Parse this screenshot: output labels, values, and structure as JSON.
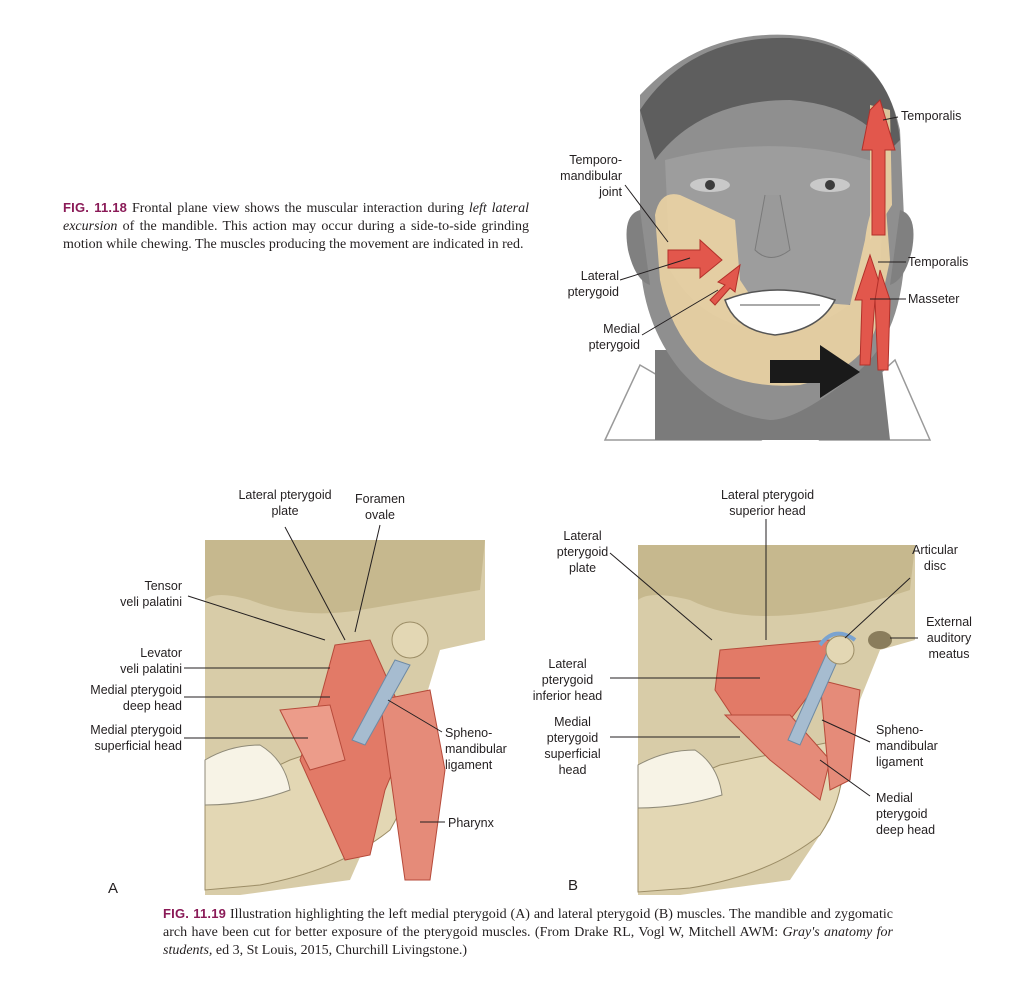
{
  "fig1118": {
    "label": "FIG. 11.18",
    "text_before": " Frontal plane view shows the muscular interaction during ",
    "emphasis": "left lateral excursion",
    "text_after": " of the mandible. This action may occur during a side-to-side grinding motion while chewing. The muscles producing the movement are indicated in red.",
    "labels": {
      "temporalis_top": "Temporalis",
      "tmj_line1": "Temporo-",
      "tmj_line2": "mandibular",
      "tmj_line3": "joint",
      "temporalis_mid": "Temporalis",
      "masseter": "Masseter",
      "lat_ptery_line1": "Lateral",
      "lat_ptery_line2": "pterygoid",
      "med_ptery_line1": "Medial",
      "med_ptery_line2": "pterygoid"
    }
  },
  "fig1119": {
    "label": "FIG. 11.19",
    "text_before": " Illustration highlighting the left medial pterygoid (A) and lateral pterygoid (B) muscles. The mandible and zygomatic arch have been cut for better exposure of the pterygoid muscles. (From Drake RL, Vogl W, Mitchell AWM: ",
    "emphasis": "Gray's anatomy for students,",
    "text_after": " ed 3, St Louis, 2015, Churchill Livingstone.)",
    "panelA": {
      "letter": "A",
      "lat_plate_1": "Lateral pterygoid",
      "lat_plate_2": "plate",
      "foramen_1": "Foramen",
      "foramen_2": "ovale",
      "tensor_1": "Tensor",
      "tensor_2": "veli palatini",
      "levator_1": "Levator",
      "levator_2": "veli palatini",
      "mpdeep_1": "Medial pterygoid",
      "mpdeep_2": "deep head",
      "mpsup_1": "Medial pterygoid",
      "mpsup_2": "superficial head",
      "spheno_1": "Spheno-",
      "spheno_2": "mandibular",
      "spheno_3": "ligament",
      "pharynx": "Pharynx"
    },
    "panelB": {
      "letter": "B",
      "lpsup_1": "Lateral pterygoid",
      "lpsup_2": "superior head",
      "lpplate_1": "Lateral",
      "lpplate_2": "pterygoid",
      "lpplate_3": "plate",
      "disc_1": "Articular",
      "disc_2": "disc",
      "ext_1": "External",
      "ext_2": "auditory",
      "ext_3": "meatus",
      "lpinf_1": "Lateral",
      "lpinf_2": "pterygoid",
      "lpinf_3": "inferior head",
      "mpsup_1": "Medial",
      "mpsup_2": "pterygoid",
      "mpsup_3": "superficial",
      "mpsup_4": "head",
      "spheno_1": "Spheno-",
      "spheno_2": "mandibular",
      "spheno_3": "ligament",
      "mpdeep_1": "Medial",
      "mpdeep_2": "pterygoid",
      "mpdeep_3": "deep head"
    }
  }
}
